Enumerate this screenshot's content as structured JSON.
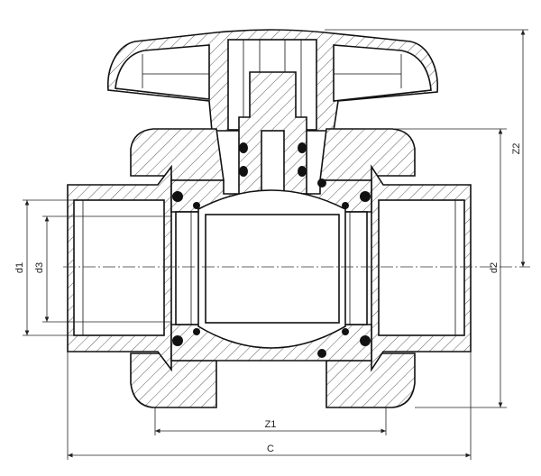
{
  "drawing": {
    "title": "Ball valve cross-section",
    "dimensions": {
      "d1": "d1",
      "d3": "d3",
      "d2": "d2",
      "z2": "Z2",
      "z1": "Z1",
      "c": "C"
    },
    "colors": {
      "line": "#111111",
      "background": "#ffffff"
    }
  }
}
